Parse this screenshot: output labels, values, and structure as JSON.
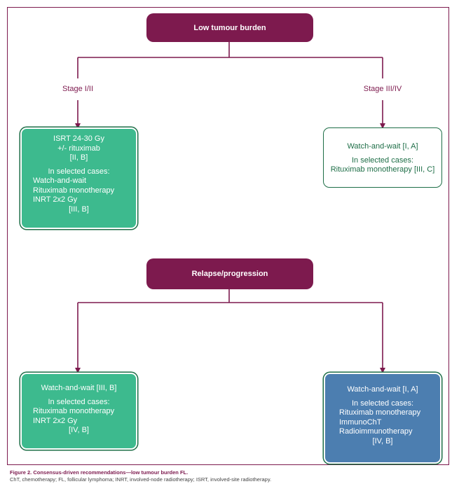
{
  "top_header": "Low tumour burden",
  "stage_left": "Stage I/II",
  "stage_right": "Stage III/IV",
  "box_stage12": {
    "lines": [
      "ISRT 24-30 Gy",
      "+/- rituximab",
      "[II, B]"
    ],
    "selected_heading": "In selected cases:",
    "items": [
      "Watch-and-wait",
      "Rituximab monotherapy",
      "INRT 2x2 Gy"
    ],
    "grade": "[III, B]"
  },
  "box_stage34": {
    "line": "Watch-and-wait [I, A]",
    "selected_heading": "In selected cases:",
    "item": "Rituximab monotherapy [III, C]"
  },
  "relapse_header": "Relapse/progression",
  "box_relapse_left": {
    "line": "Watch-and-wait [III, B]",
    "selected_heading": "In selected cases:",
    "items": [
      "Rituximab monotherapy",
      "INRT 2x2 Gy"
    ],
    "grade": "[IV, B]"
  },
  "box_relapse_right": {
    "line": "Watch-and-wait [I, A]",
    "selected_heading": "In selected cases:",
    "items": [
      "Rituximab monotherapy",
      "ImmunoChT",
      "Radioimmunotherapy"
    ],
    "grade": "[IV, B]"
  },
  "caption": {
    "title": "Figure 2.  Consensus-driven recommendations—low tumour burden FL.",
    "note": "ChT, chemotherapy; FL, follicular lymphoma; INRT, involved-node radiotherapy; ISRT, involved-site radiotherapy."
  },
  "colors": {
    "accent": "#7d1a4e",
    "green": "#3dba8e",
    "blue": "#4c7eb0",
    "dark_green": "#1e6e47"
  }
}
